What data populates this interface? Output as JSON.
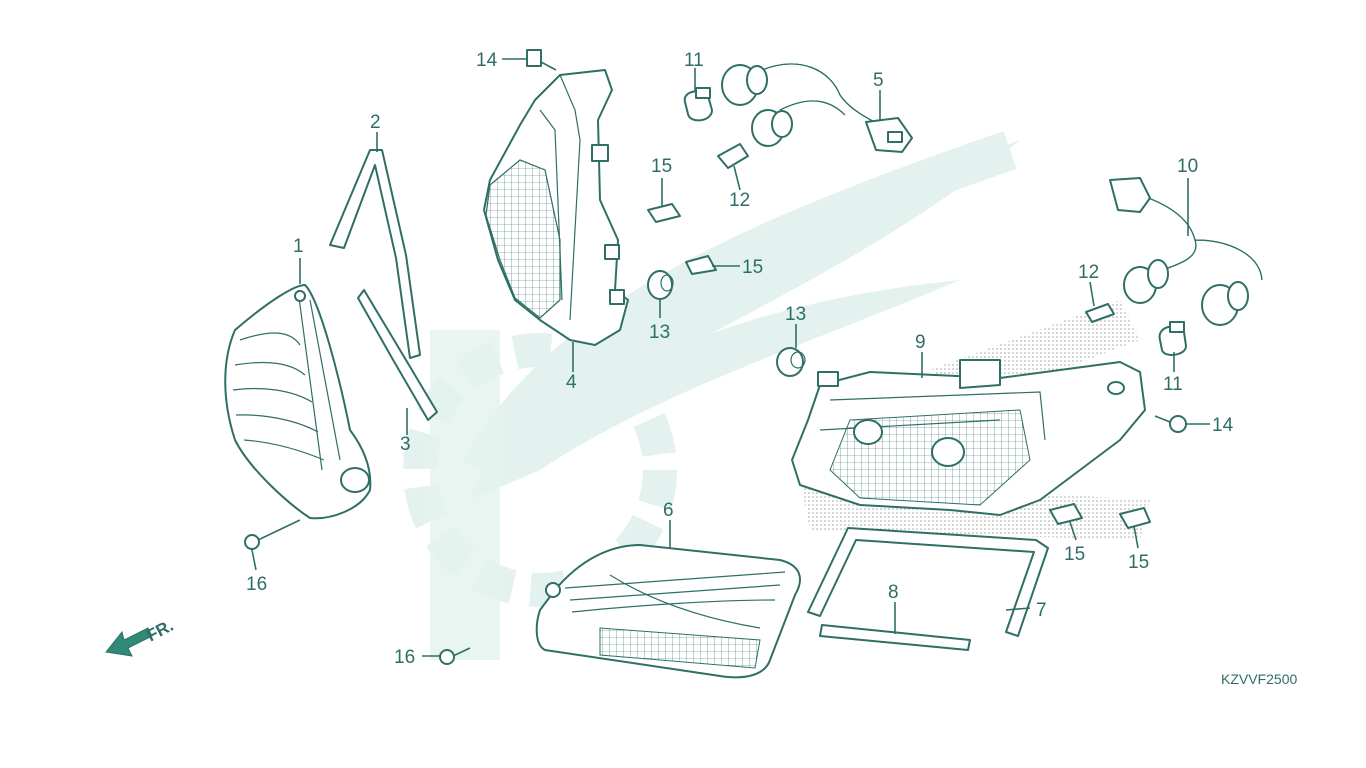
{
  "diagram_code": "KZVVF2500",
  "direction_label": "FR.",
  "colors": {
    "line": "#2f6f66",
    "label": "#2e6e66",
    "watermark": "#e3f2ee",
    "stipple": "#9fa8a4"
  },
  "callouts": [
    {
      "id": "c1",
      "text": "1"
    },
    {
      "id": "c2",
      "text": "2"
    },
    {
      "id": "c3",
      "text": "3"
    },
    {
      "id": "c4",
      "text": "4"
    },
    {
      "id": "c5",
      "text": "5"
    },
    {
      "id": "c6",
      "text": "6"
    },
    {
      "id": "c7",
      "text": "7"
    },
    {
      "id": "c8",
      "text": "8"
    },
    {
      "id": "c9",
      "text": "9"
    },
    {
      "id": "c10",
      "text": "10"
    },
    {
      "id": "c11a",
      "text": "11"
    },
    {
      "id": "c11b",
      "text": "11"
    },
    {
      "id": "c12a",
      "text": "12"
    },
    {
      "id": "c12b",
      "text": "12"
    },
    {
      "id": "c13a",
      "text": "13"
    },
    {
      "id": "c13b",
      "text": "13"
    },
    {
      "id": "c14a",
      "text": "14"
    },
    {
      "id": "c14b",
      "text": "14"
    },
    {
      "id": "c15a",
      "text": "15"
    },
    {
      "id": "c15b",
      "text": "15"
    },
    {
      "id": "c15c",
      "text": "15"
    },
    {
      "id": "c15d",
      "text": "15"
    },
    {
      "id": "c16a",
      "text": "16"
    },
    {
      "id": "c16b",
      "text": "16"
    }
  ]
}
